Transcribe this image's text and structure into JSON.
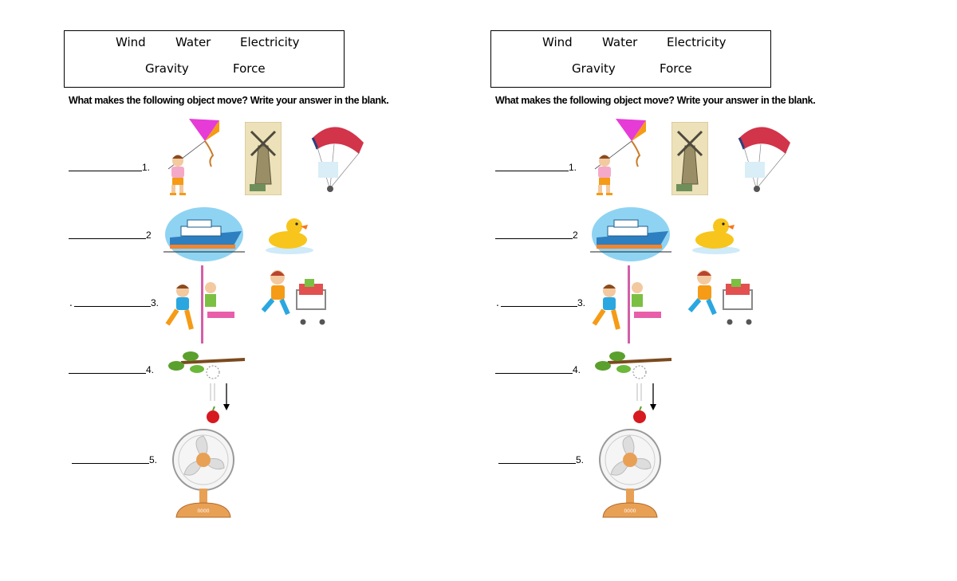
{
  "word_bank": {
    "words": [
      "Wind",
      "Water",
      "Electricity",
      "Gravity",
      "Force"
    ]
  },
  "instructions": "What makes the following object move? Write your answer in the blank.",
  "items": [
    {
      "number": "1.",
      "pictures": [
        "kite-boy",
        "windmill",
        "parachute"
      ]
    },
    {
      "number": "2",
      "pictures": [
        "boat",
        "rubber-duck"
      ]
    },
    {
      "number": "3.",
      "pictures": [
        "kids-swing",
        "kid-cart"
      ]
    },
    {
      "number": "4.",
      "pictures": [
        "falling-apple"
      ]
    },
    {
      "number": "5.",
      "pictures": [
        "electric-fan"
      ]
    }
  ],
  "fan_button_text": "0000",
  "colors": {
    "kite": "#e63bd6",
    "boat_hull": "#2d7fc0",
    "boat_bg": "#8fd3f2",
    "duck": "#f7c51c",
    "apple": "#d71920",
    "fan_base": "#e8a055",
    "leaf": "#5aa02c"
  }
}
